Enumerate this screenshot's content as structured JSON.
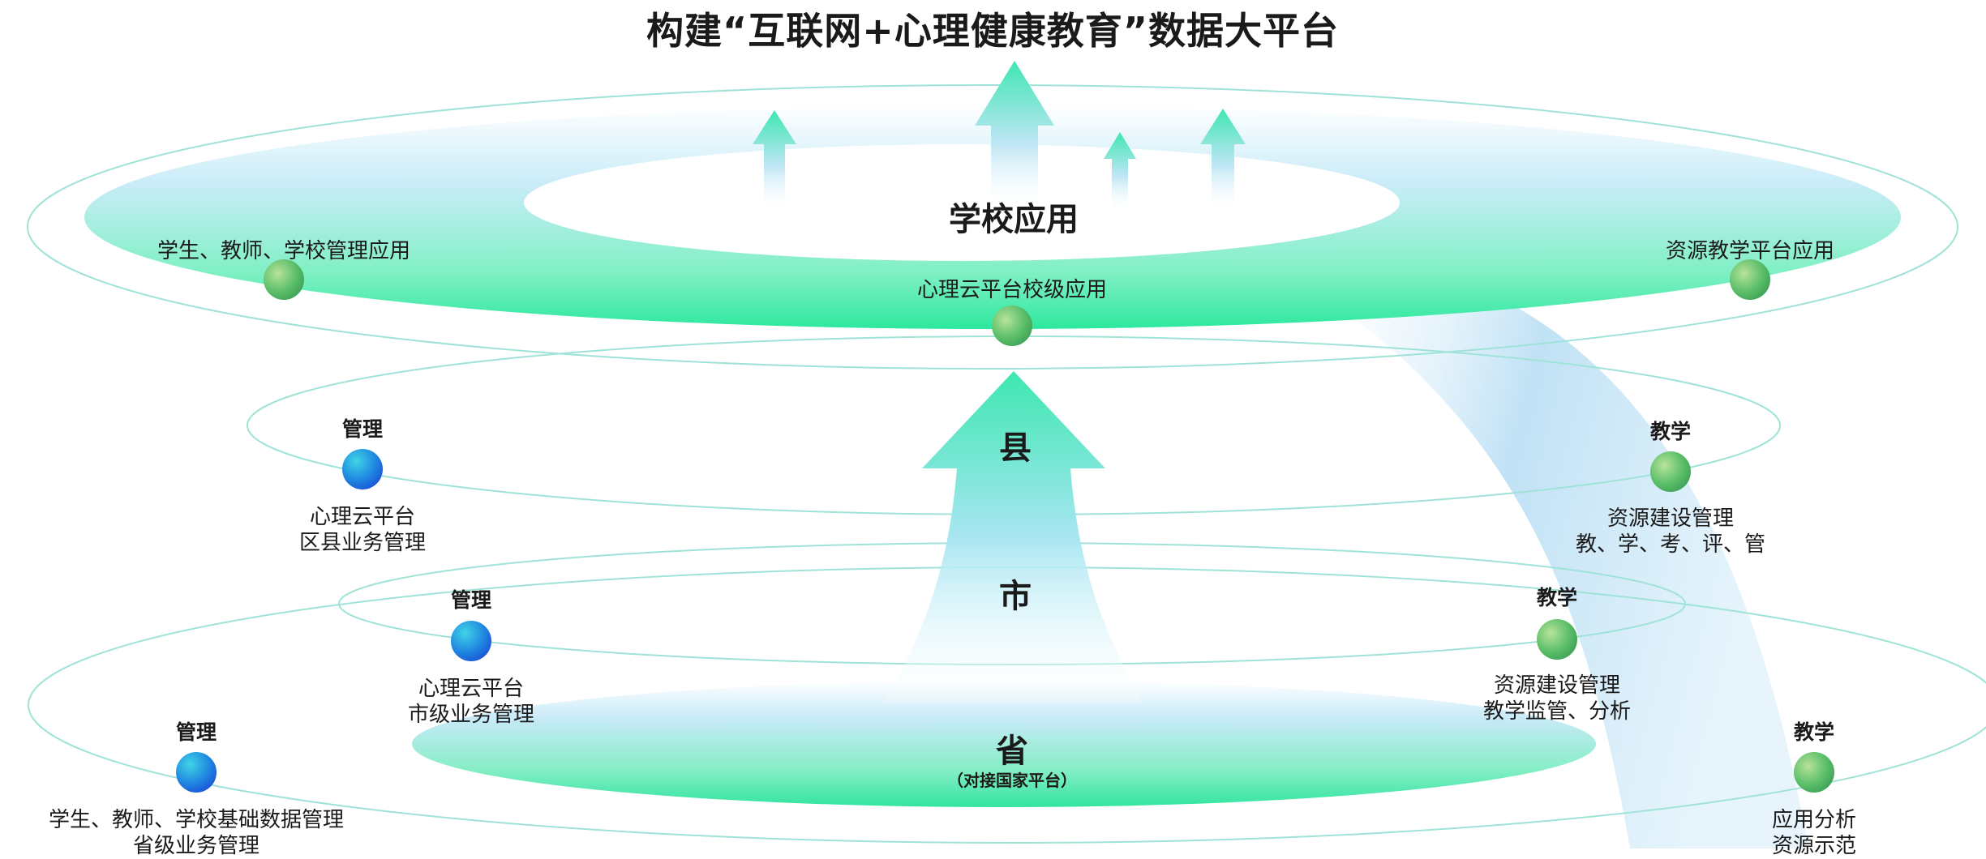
{
  "title": "构建“互联网+心理健康教育”数据大平台",
  "school": {
    "label": "学校应用",
    "left_app": "学生、教师、学校管理应用",
    "center_app": "心理云平台校级应用",
    "right_app": "资源教学平台应用"
  },
  "county": {
    "label": "县",
    "manage_title": "管理",
    "manage_text": [
      "心理云平台",
      "区县业务管理"
    ],
    "teach_title": "教学",
    "teach_text": [
      "资源建设管理",
      "教、学、考、评、管"
    ]
  },
  "city": {
    "label": "市",
    "manage_title": "管理",
    "manage_text": [
      "心理云平台",
      "市级业务管理"
    ],
    "teach_title": "教学",
    "teach_text": [
      "资源建设管理",
      "教学监管、分析"
    ]
  },
  "province": {
    "label": "省",
    "sub": "（对接国家平台）",
    "manage_title": "管理",
    "manage_text": [
      "学生、教师、学校基础数据管理",
      "省级业务管理"
    ],
    "teach_title": "教学",
    "teach_text": [
      "应用分析",
      "资源示范"
    ]
  },
  "colors": {
    "green": "#2fe6a0",
    "blue_light": "#bfe6f7",
    "ring": "#8fe0d4",
    "node_green": "#5cc06a",
    "node_blue": "#1f6fe0"
  }
}
